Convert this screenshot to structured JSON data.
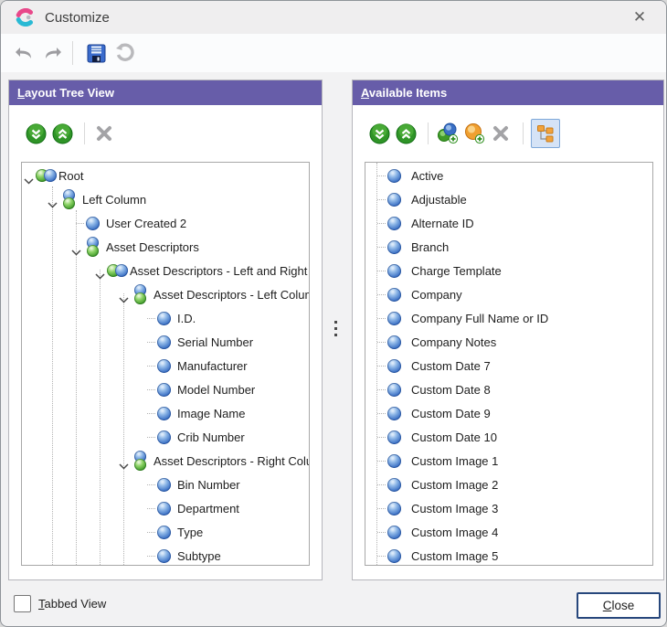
{
  "window": {
    "title": "Customize",
    "close_icon": "multiplication-x"
  },
  "toolbar": {
    "icons": [
      "undo-arrow",
      "redo-arrow",
      "save-floppy",
      "revert-circular-arrow"
    ]
  },
  "left_panel": {
    "header": "Layout Tree View",
    "toolbar_icons": [
      "expand-all-green",
      "collapse-all-green",
      "delete-x"
    ],
    "tree": [
      {
        "label": "Root",
        "level": 0,
        "icon": "dual",
        "expanded": true
      },
      {
        "label": "Left Column",
        "level": 1,
        "icon": "stack",
        "expanded": true
      },
      {
        "label": "User Created 2",
        "level": 2,
        "icon": "item",
        "expanded": false
      },
      {
        "label": "Asset Descriptors",
        "level": 2,
        "icon": "stack",
        "expanded": true
      },
      {
        "label": "Asset Descriptors - Left and Right",
        "level": 3,
        "icon": "dual",
        "expanded": true
      },
      {
        "label": "Asset Descriptors - Left Column",
        "level": 4,
        "icon": "stack",
        "expanded": true
      },
      {
        "label": "I.D.",
        "level": 5,
        "icon": "item",
        "expanded": false
      },
      {
        "label": "Serial Number",
        "level": 5,
        "icon": "item",
        "expanded": false
      },
      {
        "label": "Manufacturer",
        "level": 5,
        "icon": "item",
        "expanded": false
      },
      {
        "label": "Model Number",
        "level": 5,
        "icon": "item",
        "expanded": false
      },
      {
        "label": "Image Name",
        "level": 5,
        "icon": "item",
        "expanded": false
      },
      {
        "label": "Crib Number",
        "level": 5,
        "icon": "item",
        "expanded": false
      },
      {
        "label": "Asset Descriptors - Right Column",
        "level": 4,
        "icon": "stack",
        "expanded": true
      },
      {
        "label": "Bin Number",
        "level": 5,
        "icon": "item",
        "expanded": false
      },
      {
        "label": "Department",
        "level": 5,
        "icon": "item",
        "expanded": false
      },
      {
        "label": "Type",
        "level": 5,
        "icon": "item",
        "expanded": false
      },
      {
        "label": "Subtype",
        "level": 5,
        "icon": "item",
        "expanded": false
      }
    ]
  },
  "right_panel": {
    "header": "Available Items",
    "toolbar_icons": [
      "expand-all-green",
      "collapse-all-green",
      "add-item-sphere-plus",
      "add-group-sphere-plus",
      "delete-x",
      "hierarchy-view-toggle"
    ],
    "items": [
      "Active",
      "Adjustable",
      "Alternate ID",
      "Branch",
      "Charge Template",
      "Company",
      "Company Full Name or ID",
      "Company Notes",
      "Custom Date 7",
      "Custom Date 8",
      "Custom Date 9",
      "Custom Date 10",
      "Custom Image 1",
      "Custom Image 2",
      "Custom Image 3",
      "Custom Image 4",
      "Custom Image 5"
    ]
  },
  "footer": {
    "tabbed_view_label": "Tabbed View",
    "close_label": "Close"
  },
  "colors": {
    "header_purple": "#675DA9",
    "sphere_blue": "#3a6fc4",
    "sphere_green": "#3f9a28",
    "toggle_bg": "#d5e3f6",
    "close_border": "#27477c"
  }
}
